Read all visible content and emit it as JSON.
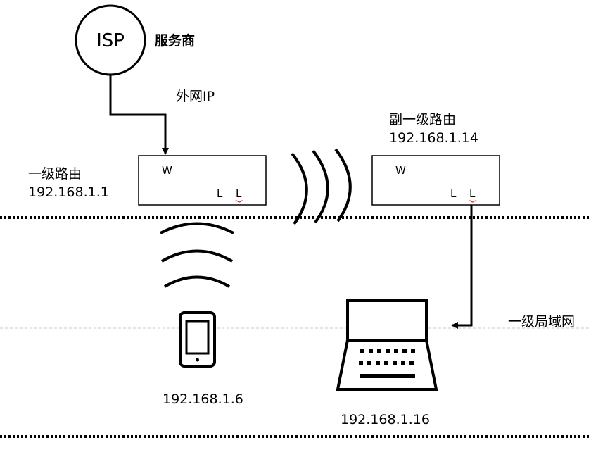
{
  "isp": {
    "circle_label": "ISP",
    "provider_label": "服务商"
  },
  "wan_link_label": "外网IP",
  "primary_router": {
    "name": "一级路由",
    "ip": "192.168.1.1",
    "wan_port": "W",
    "lan_port_1": "L",
    "lan_port_2": "L"
  },
  "secondary_router": {
    "name": "副一级路由",
    "ip": "192.168.1.14",
    "wan_port": "W",
    "lan_port_1": "L",
    "lan_port_2": "L"
  },
  "lan_label": "一级局域网",
  "phone": {
    "ip": "192.168.1.6",
    "icon": "smartphone-icon"
  },
  "laptop": {
    "ip": "192.168.1.16",
    "icon": "laptop-icon"
  },
  "colors": {
    "stroke": "#000000",
    "divider": "#000000",
    "guide": "#bfbfbf"
  }
}
